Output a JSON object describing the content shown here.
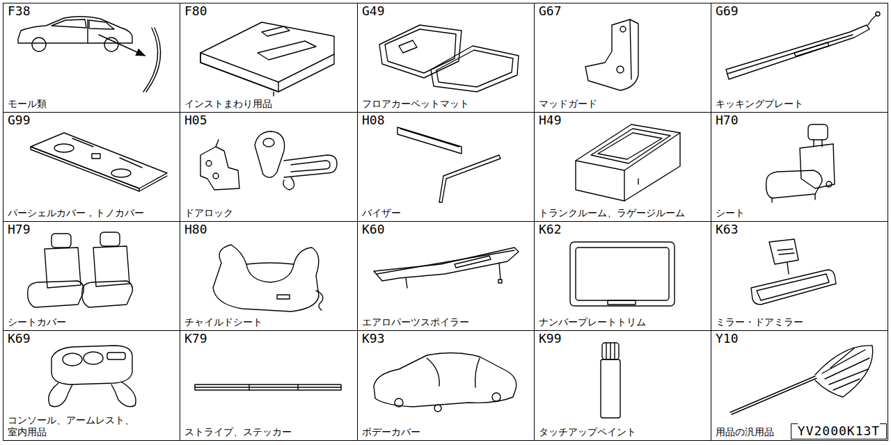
{
  "diagram": {
    "nodes": [
      {
        "text": [
          "F38",
          "モール類"
        ]
      },
      {
        "text": [
          "F80",
          "インストまわり用品"
        ]
      },
      {
        "text": [
          "G49",
          "フロアカーペットマット"
        ]
      },
      {
        "text": [
          "G67",
          "マッドガード"
        ]
      },
      {
        "text": [
          "G69",
          "キッキングプレート"
        ]
      },
      {
        "text": [
          "G99",
          "パーシェルカバー，トノカバー"
        ]
      },
      {
        "text": [
          "H05",
          "ドアロック"
        ]
      },
      {
        "text": [
          "H08",
          "バイザー"
        ]
      },
      {
        "text": [
          "H49",
          "トランクルーム、ラゲージルーム"
        ]
      },
      {
        "text": [
          "H70",
          "シート"
        ]
      },
      {
        "text": [
          "H79",
          "シートカバー"
        ]
      },
      {
        "text": [
          "H80",
          "チャイルドシート"
        ]
      },
      {
        "text": [
          "K60",
          "エアロパーツスポイラー"
        ]
      },
      {
        "text": [
          "K62",
          "ナンバープレートトリム"
        ]
      },
      {
        "text": [
          "K63",
          "ミラー・ドアミラー"
        ]
      },
      {
        "text": [
          "K69",
          "コンソール、アームレスト、 室内用品"
        ]
      },
      {
        "text": [
          "K79",
          "ストライプ、ステッカー"
        ]
      },
      {
        "text": [
          "K93",
          "ボデーカバー"
        ]
      },
      {
        "text": [
          "K99",
          "タッチアップペイント"
        ]
      },
      {
        "text": [
          "Y10",
          "用品の汎用品"
        ]
      },
      {
        "text": [
          "YV2000K13T"
        ],
        "in": 19
      }
    ]
  }
}
